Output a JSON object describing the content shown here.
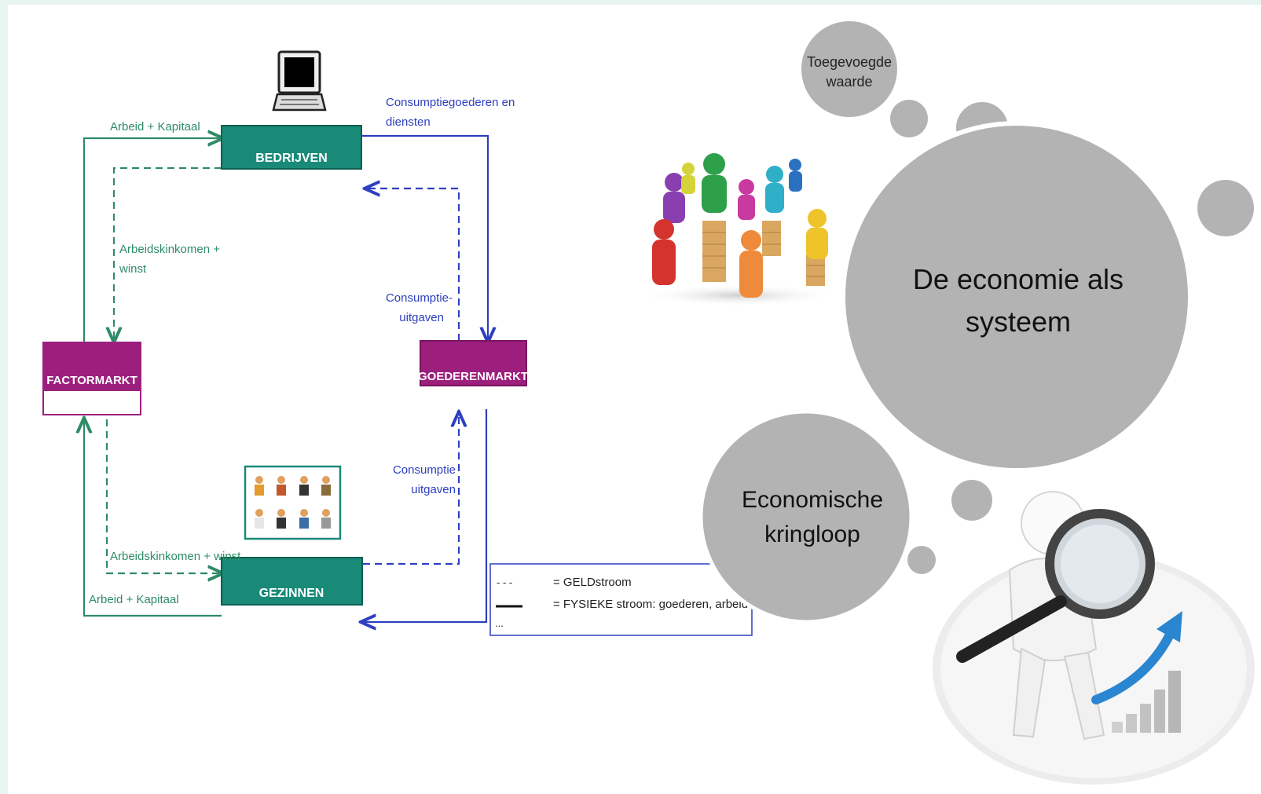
{
  "diagram": {
    "nodes": {
      "bedrijven": "BEDRIJVEN",
      "factormarkt": "FACTORMARKT",
      "goederenmarkt": "GOEDERENMARKT",
      "gezinnen": "GEZINNEN"
    },
    "flows": {
      "arbeid_kapitaal_top": "Arbeid + Kapitaal",
      "consumptiegoederen_line1": "Consumptiegoederen en",
      "consumptiegoederen_line2": "diensten",
      "arbeidsinkomen_top_line1": "Arbeidskinkomen +",
      "arbeidsinkomen_top_line2": "winst",
      "consumptie_uitgaven_top_line1": "Consumptie-",
      "consumptie_uitgaven_top_line2": "uitgaven",
      "consumptie_uitgaven_bottom_line1": "Consumptie",
      "consumptie_uitgaven_bottom_line2": "uitgaven",
      "arbeidsinkomen_bottom": "Arbeidskinkomen + winst",
      "arbeid_kapitaal_bottom": "Arbeid + Kapitaal"
    },
    "legend": {
      "dash_symbol": "- - -",
      "geld": "= GELDstroom",
      "fysiek": "= FYSIEKE stroom: goederen, arbeid",
      "dots": "..."
    },
    "colors": {
      "teal": "#1a8a78",
      "magenta": "#9c1f7e",
      "green": "#2e8b66",
      "blue": "#2e3fbf",
      "gray": "#b3b3b3"
    }
  },
  "bubbles": {
    "toegevoegde_line1": "Toegevoegde",
    "toegevoegde_line2": "waarde",
    "main_line1": "De economie als",
    "main_line2": "systeem",
    "kringloop_line1": "Economische",
    "kringloop_line2": "kringloop"
  },
  "icons": [
    "laptop-icon",
    "people-icon",
    "magnifier-figure-icon",
    "growth-chart-icon",
    "colored-people-on-coins-illustration"
  ]
}
